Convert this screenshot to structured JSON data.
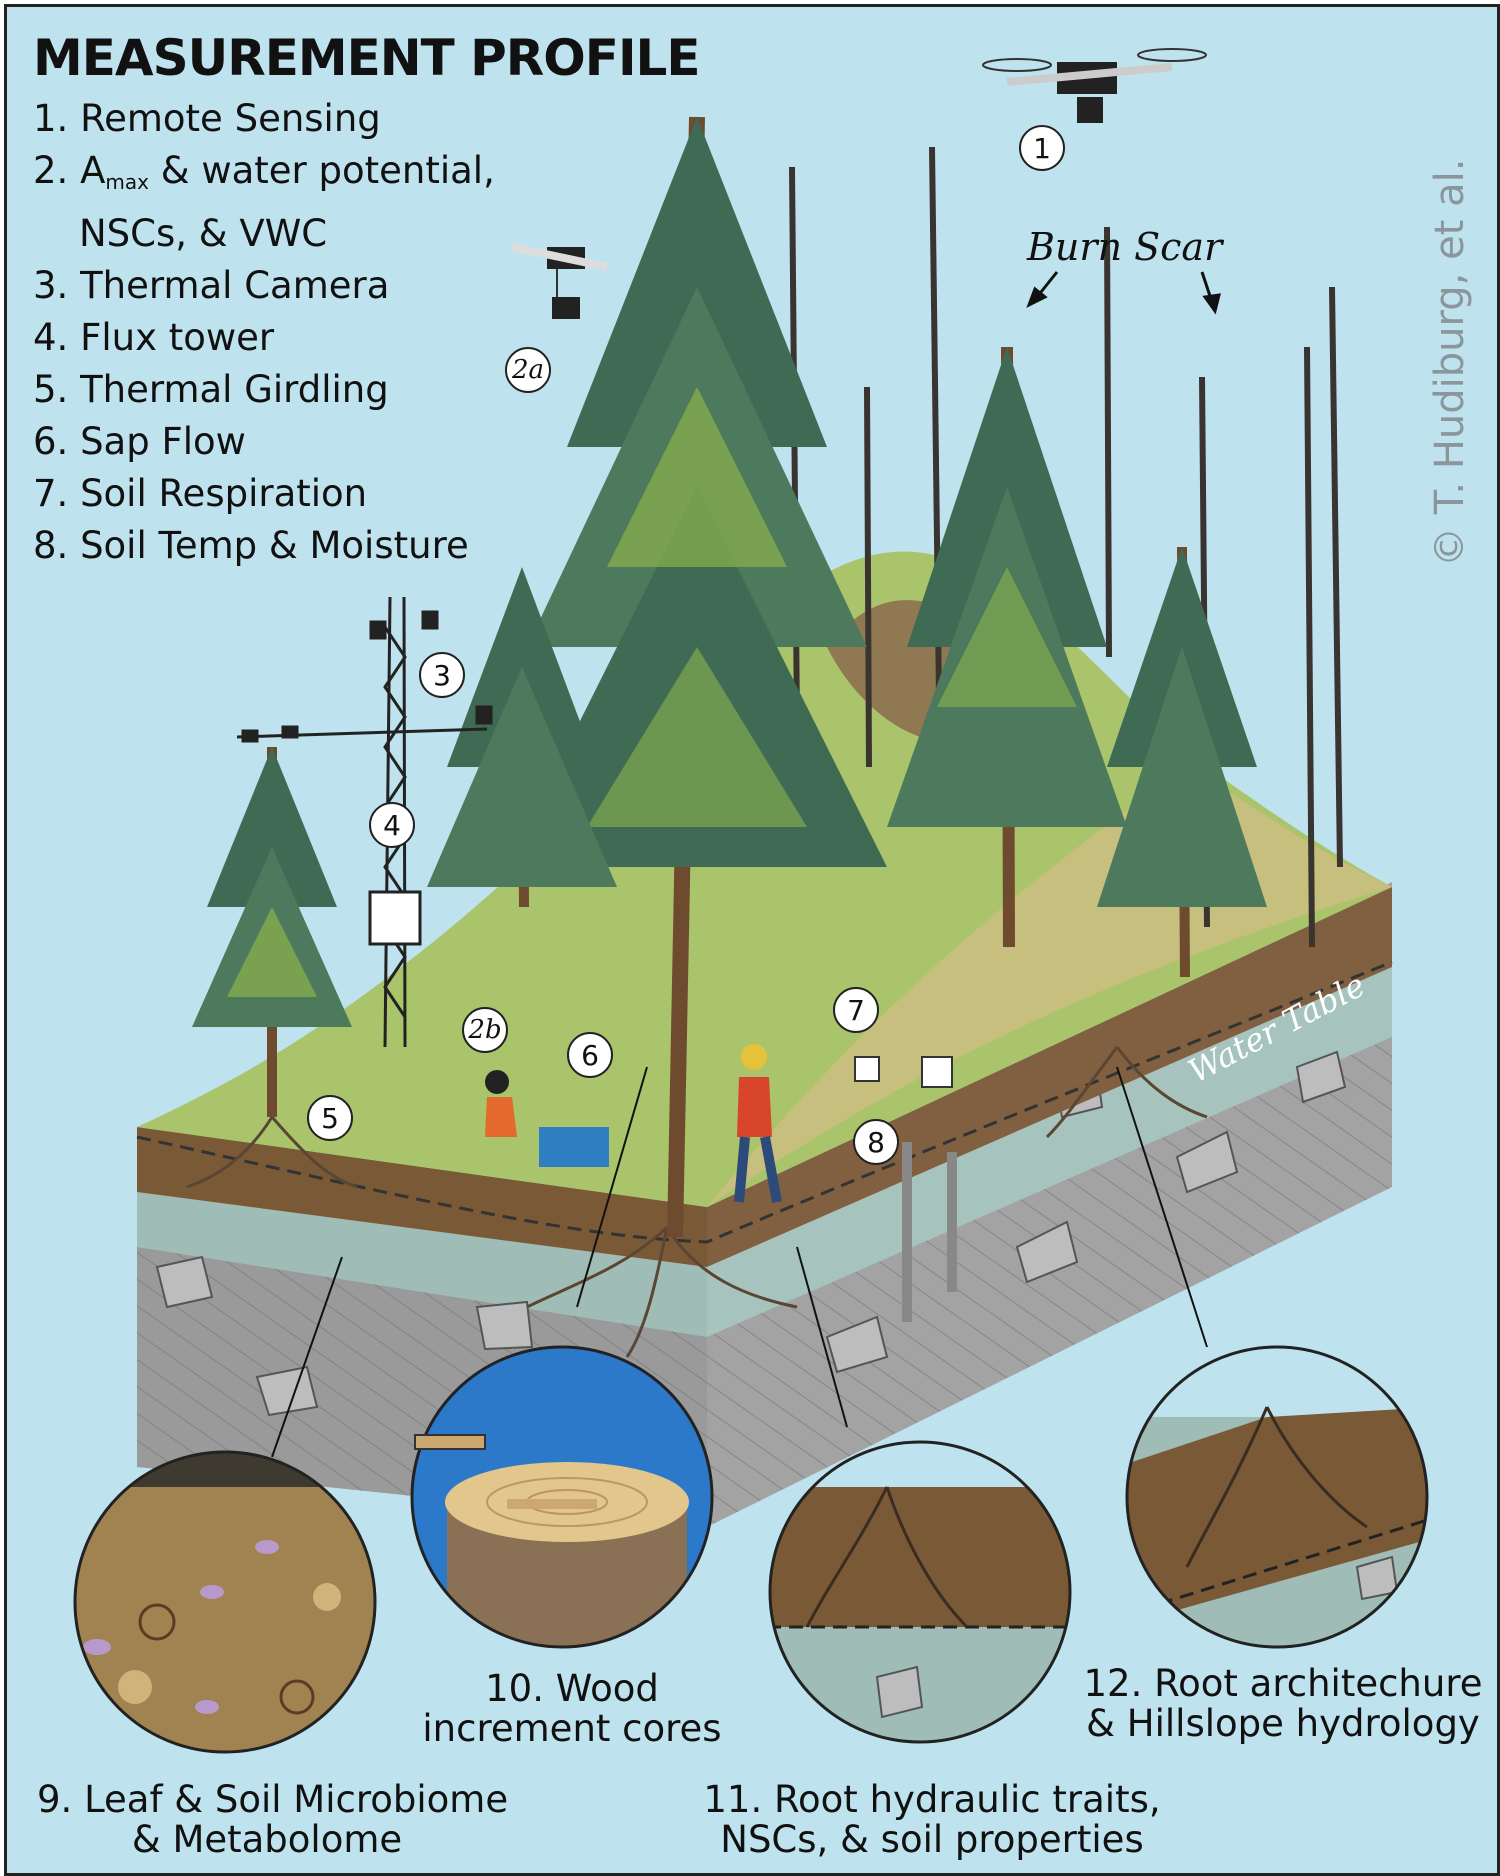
{
  "title": "MEASUREMENT PROFILE",
  "legend": {
    "item1": "1. Remote Sensing",
    "item2_pre": "2. A",
    "item2_sub": "max",
    "item2_post": " & water potential,",
    "item2_cont": "NSCs, & VWC",
    "item3": "3. Thermal Camera",
    "item4": "4. Flux tower",
    "item5": "5. Thermal Girdling",
    "item6": "6. Sap Flow",
    "item7": "7. Soil Respiration",
    "item8": "8. Soil Temp & Moisture"
  },
  "credit": "© T. Hudiburg, et al.",
  "labels": {
    "burn_scar": "Burn Scar",
    "water_table": "Water Table"
  },
  "markers": {
    "m1": "1",
    "m2a_num": "2",
    "m2a_letter": "a",
    "m2b_num": "2",
    "m2b_letter": "b",
    "m3": "3",
    "m4": "4",
    "m5": "5",
    "m6": "6",
    "m7": "7",
    "m8": "8"
  },
  "insets": {
    "i9_l1": "9. Leaf & Soil Microbiome",
    "i9_l2": "& Metabolome",
    "i10_l1": "10. Wood",
    "i10_l2": "increment cores",
    "i11_l1": "11. Root hydraulic traits,",
    "i11_l2": "NSCs, & soil properties",
    "i12_l1": "12. Root architechure",
    "i12_l2": "& Hillslope hydrology"
  },
  "colors": {
    "sky": "#bfe3ee",
    "grass": "#a9c46b",
    "soil_top": "#7a5a36",
    "groundwater": "#9fbdb6",
    "bedrock": "#9a9a9a",
    "foliage": "#3f6b55",
    "foliage_light": "#8cb24c",
    "trunk": "#6e4a2e",
    "inset_blue": "#2b79c8"
  }
}
